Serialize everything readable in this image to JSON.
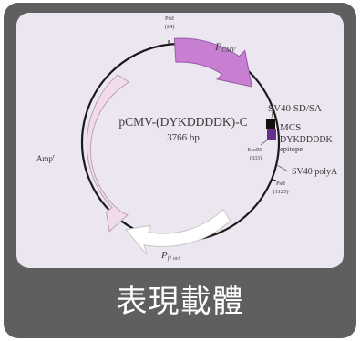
{
  "plasmid": {
    "name": "pCMV-(DYKDDDDK)-C",
    "size": "3766 bp",
    "pcmv": {
      "main": "P",
      "sub": "CMV"
    },
    "pf1": {
      "main": "P",
      "sub": "f1 ori"
    },
    "amp": {
      "main": "Amp",
      "sup": "r"
    },
    "pst1_top": {
      "name": "PstI",
      "pos": "(24)"
    },
    "sv40_sd_sa": "SV40 SD/SA",
    "mcs": "MCS",
    "tag": "DYKDDDDK",
    "epitope": "epitope",
    "ecori": {
      "name": "EcoRI",
      "pos": "(833)"
    },
    "sv40_polya": "SV40 polyA",
    "pst1_bottom": {
      "name": "PstI",
      "pos": "(1125)"
    }
  },
  "caption": "表現載體"
}
